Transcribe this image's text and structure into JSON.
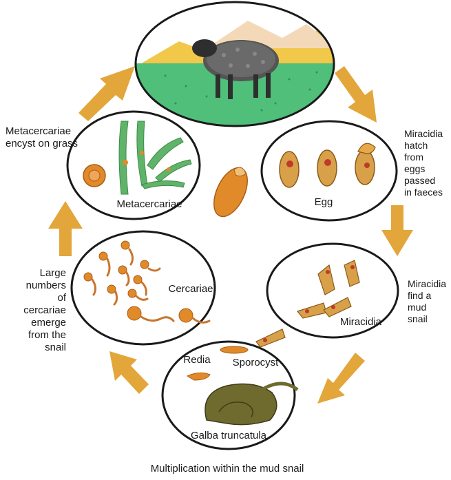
{
  "stages": {
    "sheep": {},
    "egg": {
      "label": "Egg"
    },
    "miracidia": {
      "label": "Miracidia"
    },
    "snail": {
      "label": "Galba truncatula",
      "redia": "Redia",
      "sporocyst": "Sporocyst"
    },
    "cercariae": {
      "label": "Cercariae"
    },
    "metacercariae": {
      "label": "Metacercariae"
    }
  },
  "transitions": {
    "hatch": [
      "Miracidia",
      "hatch",
      "from",
      "eggs",
      "passed",
      "in faeces"
    ],
    "find_snail": [
      "Miracidia",
      "find a",
      "mud",
      "snail"
    ],
    "multiply": "Multiplication within the mud snail",
    "emerge": [
      "Large",
      "numbers",
      "of",
      "cercariae",
      "emerge",
      "from the",
      "snail"
    ],
    "encyst": [
      "Metacercariae",
      "encyst on grass"
    ]
  },
  "colors": {
    "arrow": "#e3a63a",
    "outline": "#1a1a1a",
    "grass": "#4fbf7a",
    "sky": "#f1c84a",
    "sheep": "#555555",
    "egg": "#d8a049",
    "larva": "#c9752e",
    "snail": "#6f6a2e",
    "leaf": "#5fb46a"
  }
}
